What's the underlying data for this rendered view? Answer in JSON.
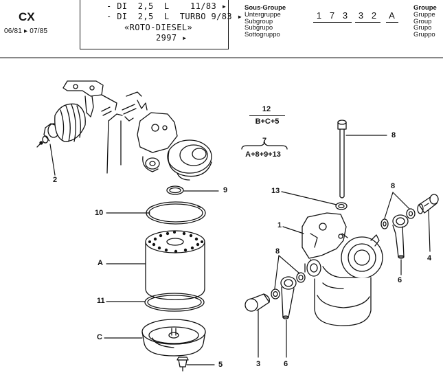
{
  "header": {
    "model": "CX",
    "date_range": "06/81 ▸ 07/85",
    "engines": [
      "- DI  2,5  L    11/83 ▸",
      "- DI  2,5  L  TURBO 9/83 ▸",
      "«ROTO-DIESEL»",
      "2997 ▸"
    ],
    "subgroup_labels": [
      "Sous-Groupe",
      "Untergruppe",
      "Subgroup",
      "Subgrupo",
      "Sottogruppo"
    ],
    "group_code": [
      "1",
      "7",
      "3",
      "3",
      "2",
      "A"
    ],
    "group_labels": [
      "Groupe",
      "Gruppe",
      "Group",
      "Grupo",
      "Gruppo"
    ]
  },
  "formulas": {
    "f12": {
      "top": "12",
      "bottom": "B+C+5"
    },
    "f7": {
      "top": "7",
      "bottom": "A+8+9+13"
    }
  },
  "callouts": {
    "c2": "2",
    "c9": "9",
    "c10": "10",
    "cA": "A",
    "c11": "11",
    "cC": "C",
    "c5": "5",
    "c8a": "8",
    "c13": "13",
    "c1": "1",
    "c8b": "8",
    "c4": "4",
    "c6a": "6",
    "c8c": "8",
    "c3": "3",
    "c6b": "6"
  }
}
